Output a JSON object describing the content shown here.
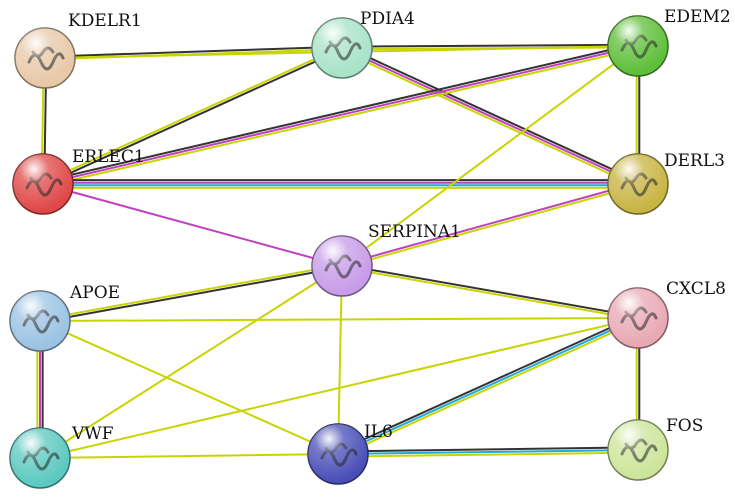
{
  "network": {
    "nodes": [
      {
        "id": "KDELR1",
        "label": "KDELR1",
        "color": "#e8c9a8",
        "icon": "protein-structure-icon"
      },
      {
        "id": "PDIA4",
        "label": "PDIA4",
        "color": "#a9e3c8",
        "icon": "protein-structure-icon"
      },
      {
        "id": "EDEM2",
        "label": "EDEM2",
        "color": "#5fbf3a",
        "icon": "protein-structure-icon"
      },
      {
        "id": "ERLEC1",
        "label": "ERLEC1",
        "color": "#e04848",
        "icon": "protein-structure-icon"
      },
      {
        "id": "DERL3",
        "label": "DERL3",
        "color": "#c8b544",
        "icon": "protein-structure-icon"
      },
      {
        "id": "SERPINA1",
        "label": "SERPINA1",
        "color": "#c79ce8",
        "icon": "protein-structure-icon"
      },
      {
        "id": "APOE",
        "label": "APOE",
        "color": "#9cc3e3",
        "icon": "protein-structure-icon"
      },
      {
        "id": "CXCL8",
        "label": "CXCL8",
        "color": "#e8a9b4",
        "icon": "protein-structure-icon"
      },
      {
        "id": "VWF",
        "label": "VWF",
        "color": "#5cc9c0",
        "icon": "protein-structure-icon"
      },
      {
        "id": "IL6",
        "label": "IL6",
        "color": "#4a4fb8",
        "icon": "protein-structure-icon"
      },
      {
        "id": "FOS",
        "label": "FOS",
        "color": "#cde59a",
        "icon": "protein-structure-icon"
      }
    ],
    "edges": [
      {
        "source": "KDELR1",
        "target": "PDIA4",
        "evidence": [
          "black",
          "yellow"
        ]
      },
      {
        "source": "KDELR1",
        "target": "ERLEC1",
        "evidence": [
          "black",
          "yellow"
        ]
      },
      {
        "source": "PDIA4",
        "target": "EDEM2",
        "evidence": [
          "black",
          "yellow"
        ]
      },
      {
        "source": "PDIA4",
        "target": "DERL3",
        "evidence": [
          "black",
          "magenta",
          "yellow"
        ]
      },
      {
        "source": "PDIA4",
        "target": "ERLEC1",
        "evidence": [
          "black",
          "yellow"
        ]
      },
      {
        "source": "KDELR1",
        "target": "EDEM2",
        "evidence": [
          "yellow"
        ]
      },
      {
        "source": "EDEM2",
        "target": "DERL3",
        "evidence": [
          "black",
          "yellow"
        ]
      },
      {
        "source": "ERLEC1",
        "target": "EDEM2",
        "evidence": [
          "black",
          "magenta",
          "yellow"
        ]
      },
      {
        "source": "ERLEC1",
        "target": "DERL3",
        "evidence": [
          "black",
          "magenta",
          "cyan",
          "yellow"
        ]
      },
      {
        "source": "ERLEC1",
        "target": "SERPINA1",
        "evidence": [
          "magenta"
        ]
      },
      {
        "source": "SERPINA1",
        "target": "DERL3",
        "evidence": [
          "magenta",
          "yellow"
        ]
      },
      {
        "source": "SERPINA1",
        "target": "EDEM2",
        "evidence": [
          "yellow"
        ]
      },
      {
        "source": "SERPINA1",
        "target": "APOE",
        "evidence": [
          "black",
          "yellow"
        ]
      },
      {
        "source": "SERPINA1",
        "target": "CXCL8",
        "evidence": [
          "black",
          "yellow"
        ]
      },
      {
        "source": "SERPINA1",
        "target": "IL6",
        "evidence": [
          "yellow"
        ]
      },
      {
        "source": "SERPINA1",
        "target": "VWF",
        "evidence": [
          "yellow"
        ]
      },
      {
        "source": "APOE",
        "target": "VWF",
        "evidence": [
          "black",
          "magenta",
          "yellow"
        ]
      },
      {
        "source": "APOE",
        "target": "CXCL8",
        "evidence": [
          "yellow"
        ]
      },
      {
        "source": "APOE",
        "target": "IL6",
        "evidence": [
          "yellow"
        ]
      },
      {
        "source": "VWF",
        "target": "CXCL8",
        "evidence": [
          "yellow"
        ]
      },
      {
        "source": "VWF",
        "target": "IL6",
        "evidence": [
          "yellow"
        ]
      },
      {
        "source": "IL6",
        "target": "CXCL8",
        "evidence": [
          "black",
          "cyan",
          "yellow"
        ]
      },
      {
        "source": "IL6",
        "target": "FOS",
        "evidence": [
          "black",
          "cyan",
          "yellow"
        ]
      },
      {
        "source": "CXCL8",
        "target": "FOS",
        "evidence": [
          "black",
          "yellow"
        ]
      }
    ],
    "evidence_colors": {
      "black": "#333333",
      "yellow": "#c8d400",
      "magenta": "#c040c0",
      "cyan": "#22aadd"
    }
  }
}
